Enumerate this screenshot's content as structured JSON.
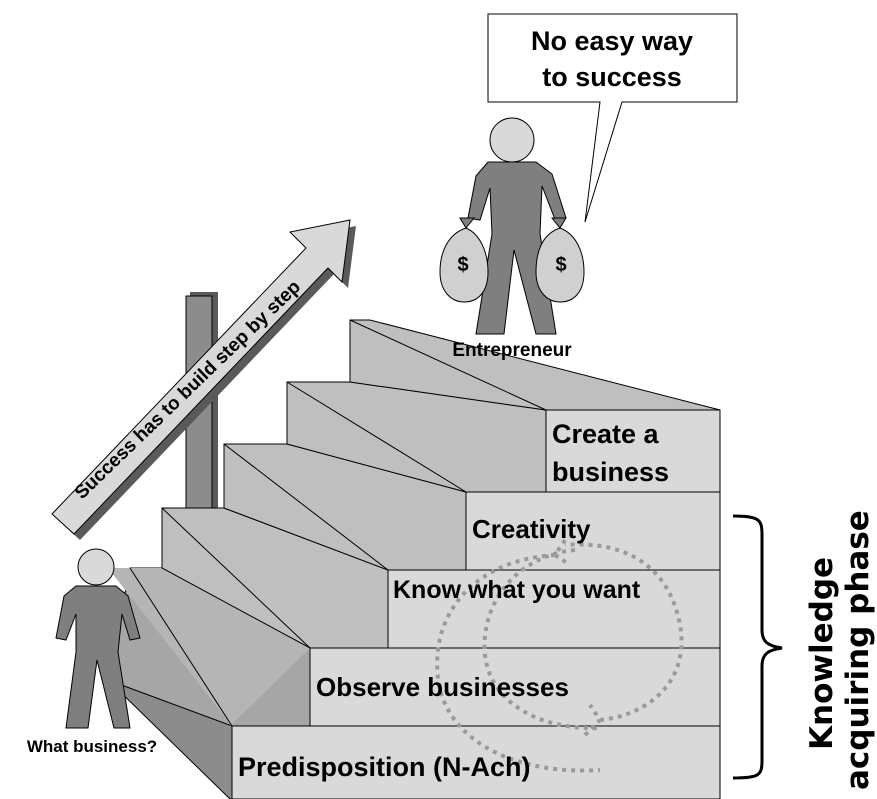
{
  "speech_bubble": {
    "line1": "No easy way",
    "line2": "to success"
  },
  "arrow_text": "Success has to build step by step",
  "entrepreneur_label": "Entrepreneur",
  "beginner_label": "What business?",
  "money_symbol": "$",
  "steps": [
    {
      "label": "Predisposition (N-Ach)"
    },
    {
      "label": "Observe businesses"
    },
    {
      "label": "Know what you want"
    },
    {
      "label": "Creativity"
    },
    {
      "label": "Create a",
      "label2": "business"
    }
  ],
  "phase_label": {
    "line1": "Knowledge",
    "line2": "acquiring phase"
  },
  "colors": {
    "step_face": "#d9d9d9",
    "step_top": "#bfbfbf",
    "step_riser": "#a6a6a6",
    "side": "#8c8c8c",
    "figure": "#7f7f7f",
    "bag": "#d0d0d0"
  }
}
